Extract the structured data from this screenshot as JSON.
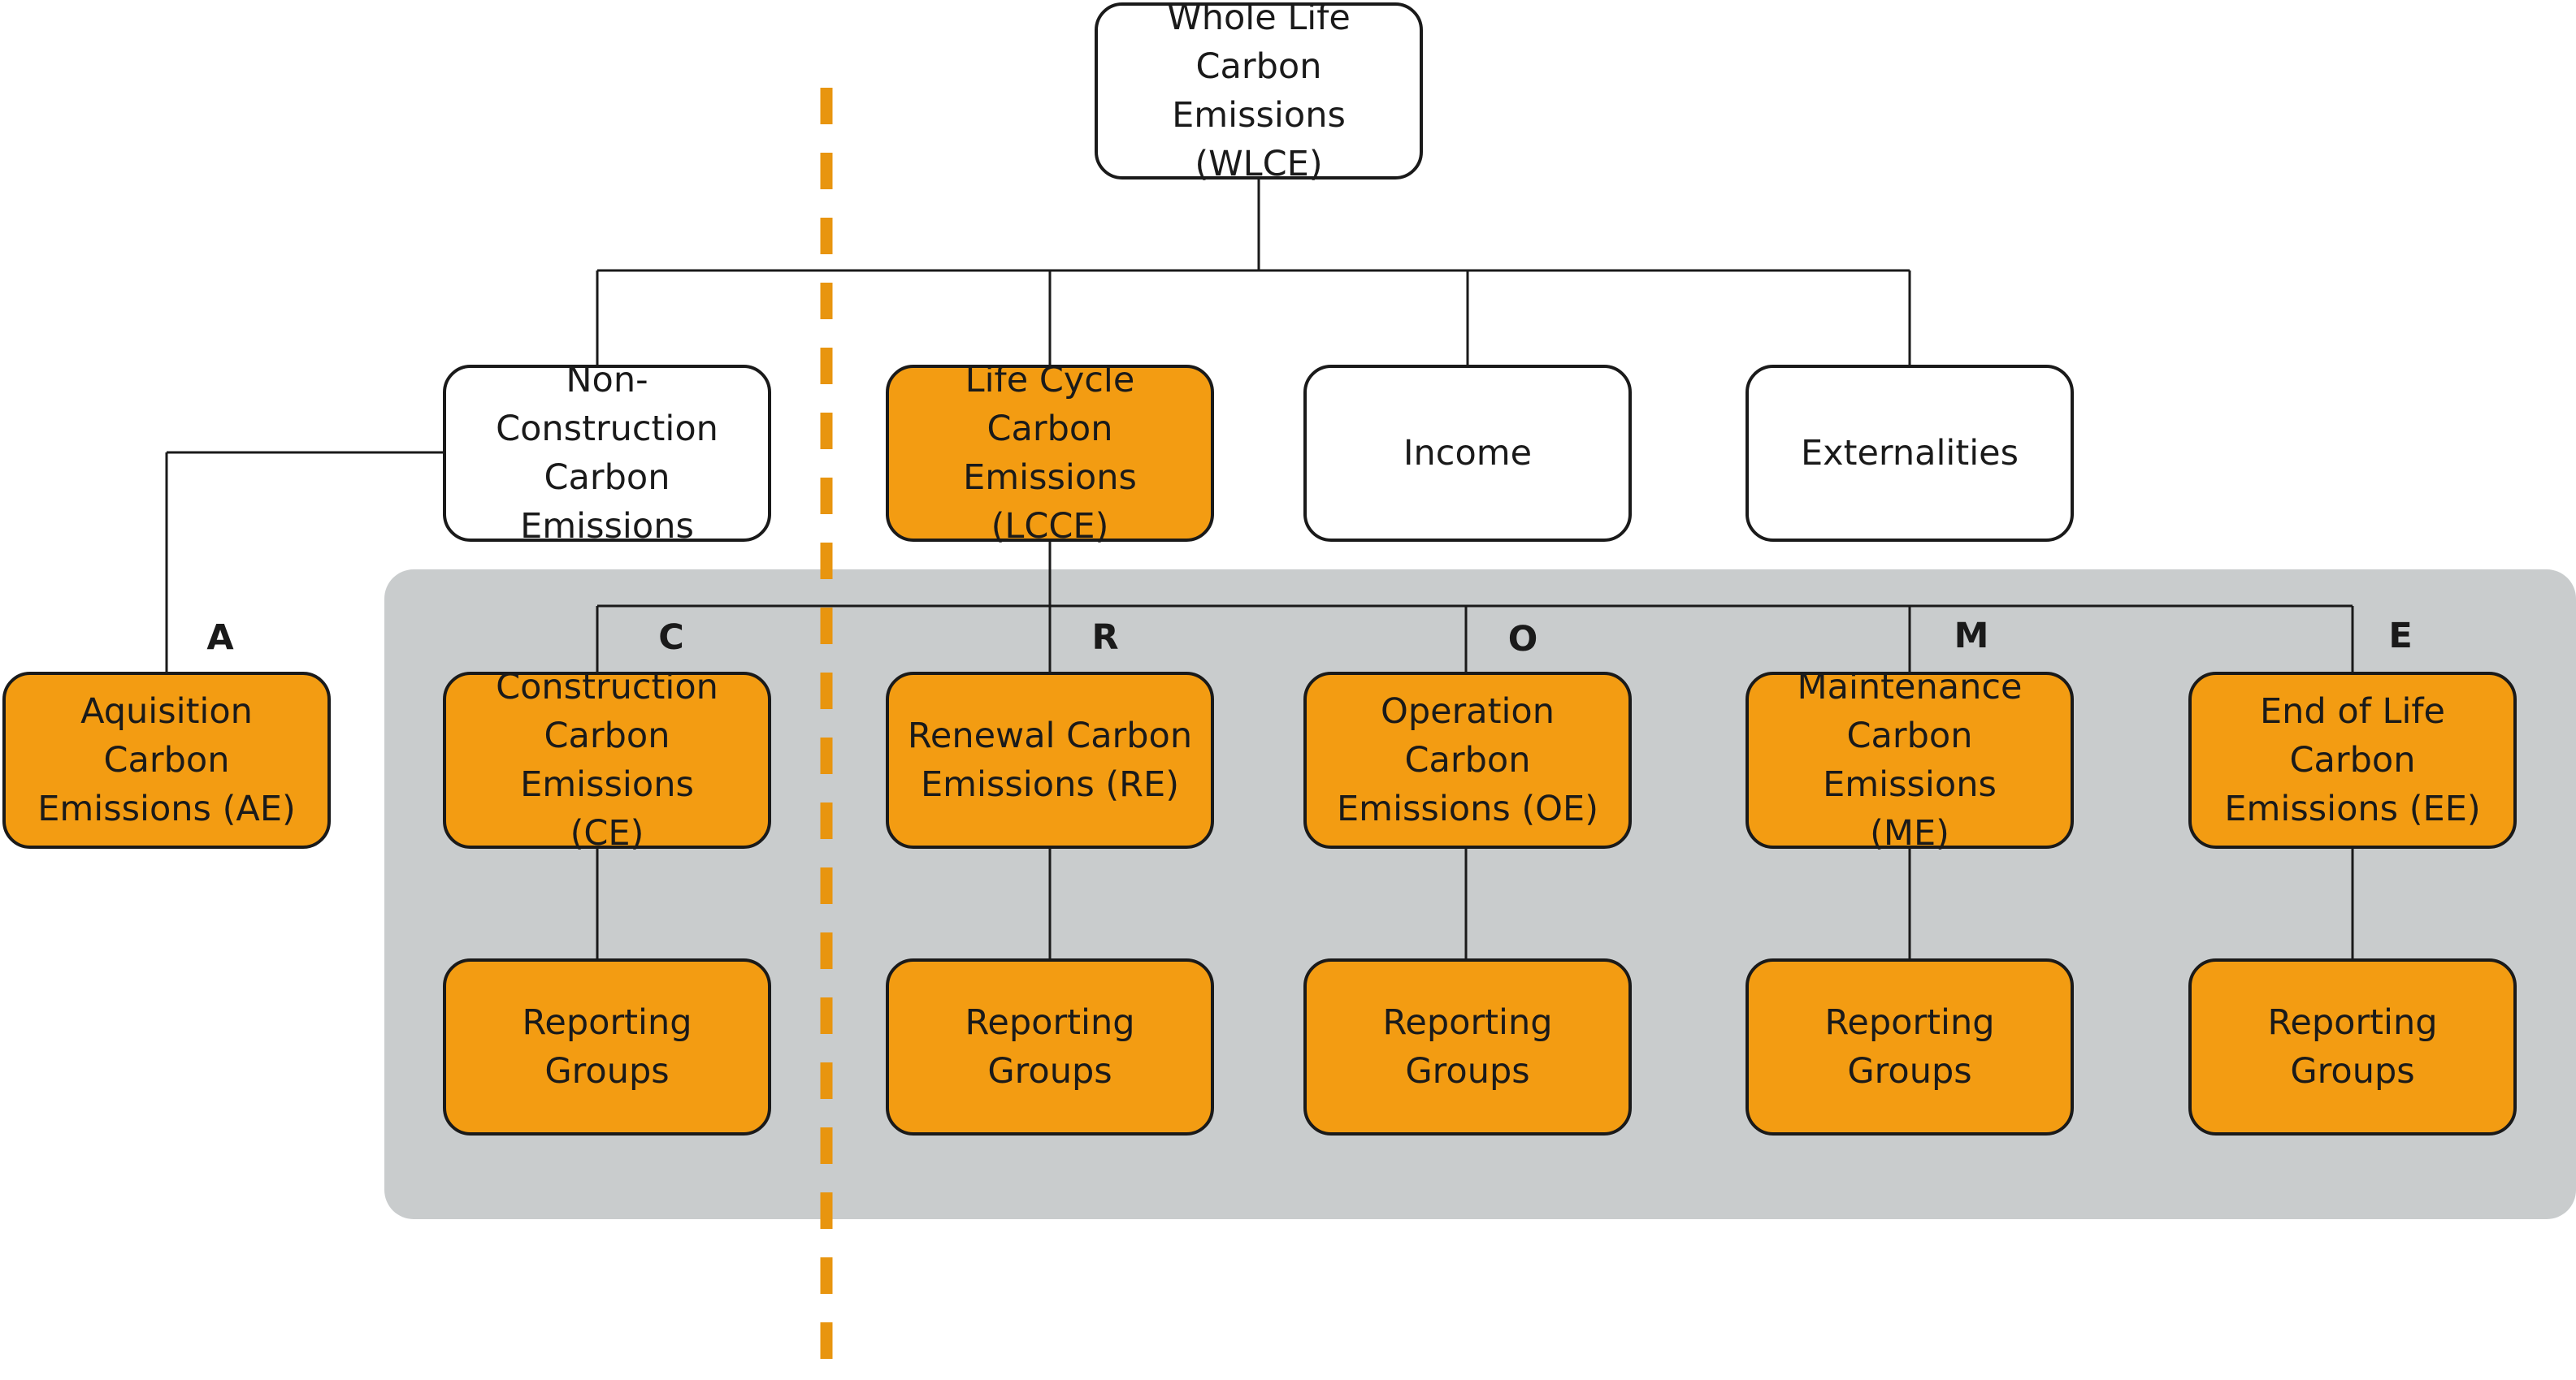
{
  "colors": {
    "orange": "#f39c12",
    "panel_grey": "#c9cccd",
    "line": "#1a1a1a",
    "dashed_divider": "#e8950f"
  },
  "nodes": {
    "wlce": "Whole Life Carbon\nEmissions (WLCE)",
    "non_construction": "Non-Construction\nCarbon Emissions",
    "lcce": "Life Cycle Carbon\nEmissions (LCCE)",
    "income": "Income",
    "externalities": "Externalities",
    "ae": "Aquisition Carbon\nEmissions (AE)",
    "ce": "Construction\nCarbon Emissions\n(CE)",
    "re": "Renewal Carbon\nEmissions (RE)",
    "oe": "Operation Carbon\nEmissions (OE)",
    "me": "Maintenance\nCarbon Emissions\n(ME)",
    "ee": "End of Life Carbon\nEmissions (EE)",
    "reporting_groups": "Reporting\nGroups"
  },
  "letters": {
    "a": "A",
    "c": "C",
    "r": "R",
    "o": "O",
    "m": "M",
    "e": "E"
  }
}
